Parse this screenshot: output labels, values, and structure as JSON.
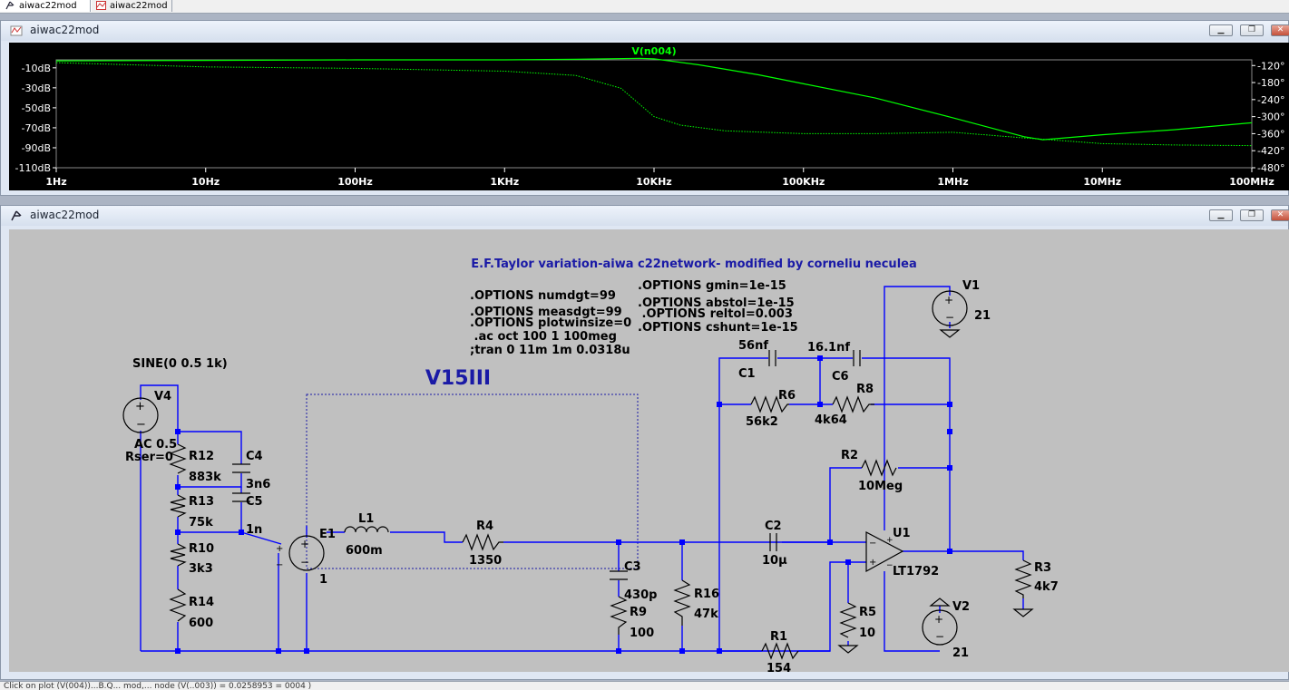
{
  "tabs": [
    {
      "label": "aiwac22mod",
      "icon": "schematic-icon",
      "active": true
    },
    {
      "label": "aiwac22mod",
      "icon": "waveform-icon",
      "active": false
    }
  ],
  "plot_window": {
    "title": "aiwac22mod",
    "trace_label": "V(n004)",
    "trace_color": "#00ff00",
    "left_axis_ticks": [
      "-10dB",
      "-30dB",
      "-50dB",
      "-70dB",
      "-90dB",
      "-110dB"
    ],
    "right_axis_ticks": [
      "-120°",
      "-180°",
      "-240°",
      "-300°",
      "-360°",
      "-420°",
      "-480°"
    ],
    "x_axis_ticks": [
      "1Hz",
      "10Hz",
      "100Hz",
      "1KHz",
      "10KHz",
      "100KHz",
      "1MHz",
      "10MHz",
      "100MHz"
    ]
  },
  "chart_data": {
    "type": "line",
    "title": "V(n004)",
    "x_scale": "log",
    "xlim": [
      "1Hz",
      "100MHz"
    ],
    "ylim_db": [
      -110,
      -2
    ],
    "ylim_phase_deg": [
      -480,
      -100
    ],
    "series": [
      {
        "name": "V(n004)",
        "x_hz": [
          1,
          10,
          100,
          1000,
          3000,
          8000,
          10000,
          20000,
          50000,
          100000,
          300000,
          1000000,
          3000000,
          4000000,
          10000000,
          30000000,
          100000000
        ],
        "values_db": [
          -3,
          -2.5,
          -2,
          -2,
          -1.5,
          -0.5,
          -1,
          -7,
          -17,
          -26,
          -40,
          -60,
          -79,
          -82,
          -77,
          -72,
          -65
        ]
      },
      {
        "name": "phase",
        "x_hz": [
          1,
          10,
          100,
          1000,
          3000,
          6000,
          10000,
          15000,
          30000,
          100000,
          300000,
          1000000,
          3000000,
          10000000,
          30000000,
          100000000
        ],
        "values_deg": [
          -110,
          -125,
          -130,
          -140,
          -155,
          -200,
          -300,
          -330,
          -350,
          -360,
          -360,
          -355,
          -375,
          -395,
          -400,
          -402
        ]
      }
    ]
  },
  "schematic_window": {
    "title": "aiwac22mod",
    "heading": "E.F.Taylor variation-aiwa c22network- modified by corneliu neculea",
    "group_label": "V15III",
    "directives_left": [
      ".OPTIONS numdgt=99",
      ".OPTIONS measdgt=99",
      ".OPTIONS plotwinsize=0",
      " .ac oct 100 1 100meg",
      ";tran 0 11m 1m 0.0318u"
    ],
    "directives_right": [
      ".OPTIONS gmin=1e-15",
      ".OPTIONS abstol=1e-15",
      " .OPTIONS reltol=0.003",
      ".OPTIONS cshunt=1e-15"
    ],
    "labels": {
      "sine": "SINE(0 0.5 1k)",
      "v4": "V4",
      "ac": "AC 0.5",
      "rser": "Rser=0",
      "r12": "R12",
      "r12v": "883k",
      "c4": "C4",
      "c4v": "3n6",
      "r13": "R13",
      "r13v": "75k",
      "c5": "C5",
      "c5v": "1n",
      "r10": "R10",
      "r10v": "3k3",
      "r14": "R14",
      "r14v": "600",
      "e1": "E1",
      "e1v": "1",
      "l1": "L1",
      "l1v": "600m",
      "r4": "R4",
      "r4v": "1350",
      "c3": "C3",
      "c3v": "430p",
      "r9": "R9",
      "r9v": "100",
      "r16": "R16",
      "r16v": "47k",
      "c2": "C2",
      "c2v": "10µ",
      "r1": "R1",
      "r1v": "154",
      "r5": "R5",
      "r5v": "10",
      "u1": "U1",
      "u1v": "LT1792",
      "r3": "R3",
      "r3v": "4k7",
      "v2": "V2",
      "v2v": "21",
      "v1": "V1",
      "v1v": "21",
      "c1": "C1",
      "c1v": "56nf",
      "c6": "C6",
      "c6v": "16.1nf",
      "r6": "R6",
      "r6v": "56k2",
      "r8": "R8",
      "r8v": "4k64",
      "r2": "R2",
      "r2v": "10Meg"
    }
  },
  "status_bar": "Click on plot (V(004))...B.Q... mod,... node (V(..003)) = 0.0258953 = 0004 )"
}
